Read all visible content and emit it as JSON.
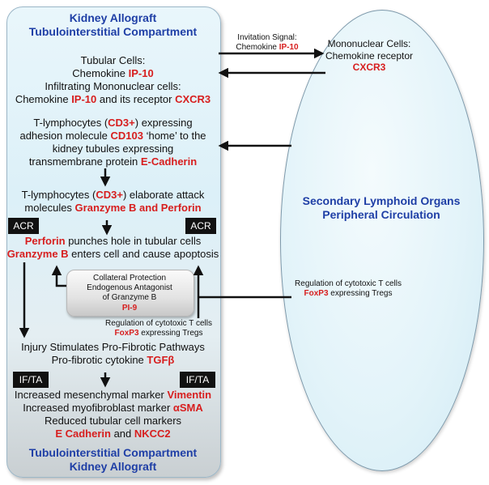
{
  "left_panel": {
    "title_top": [
      "Kidney Allograft",
      "Tubulointerstitial Compartment"
    ],
    "tubular_cells": {
      "line1": "Tubular Cells:",
      "line2_pre": "Chemokine ",
      "line2_red": "IP-10",
      "line3": "Infiltrating Mononuclear cells:",
      "line4_pre": "Chemokine ",
      "line4_red1": "IP-10",
      "line4_mid": " and its receptor ",
      "line4_red2": "CXCR3"
    },
    "t_lymph_home": {
      "l1_pre": "T-lymphocytes (",
      "l1_red": "CD3+",
      "l1_post": ") expressing",
      "l2_pre": "adhesion molecule ",
      "l2_red": "CD103",
      "l2_post": " ‘home’ to the",
      "l3": "kidney tubules expressing",
      "l4_pre": "transmembrane protein ",
      "l4_red": "E-Cadherin"
    },
    "t_lymph_attack": {
      "l1_pre": "T-lymphocytes (",
      "l1_red": "CD3+",
      "l1_post": ") elaborate attack",
      "l2_pre": "molecules ",
      "l2_red": "Granzyme B and Perforin"
    },
    "acr_label": "ACR",
    "perforin": {
      "l1_red": "Perforin",
      "l1_post": " punches hole in tubular cells",
      "l2_red": "Granzyme B",
      "l2_post": " enters cell and cause apoptosis"
    },
    "collateral": {
      "l1": "Collateral Protection",
      "l2": "Endogenous Antagonist",
      "l3": "of Granzyme B",
      "l4_red": "PI-9"
    },
    "reg_inner": {
      "l1": "Regulation of cytotoxic T cells",
      "l2_red": "FoxP3",
      "l2_post": " expressing Tregs"
    },
    "injury": {
      "l1": "Injury Stimulates Pro-Fibrotic Pathways",
      "l2_pre": "Pro-fibrotic cytokine ",
      "l2_red": "TGFβ"
    },
    "ifta_label": "IF/TA",
    "markers": {
      "l1_pre": "Increased mesenchymal marker ",
      "l1_red": "Vimentin",
      "l2_pre": "Increased myofibroblast marker ",
      "l2_red": "αSMA",
      "l3": "Reduced tubular cell markers",
      "l4_red1": "E Cadherin",
      "l4_mid": " and ",
      "l4_red2": "NKCC2"
    },
    "title_bottom": [
      "Tubulointerstitial Compartment",
      "Kidney Allograft"
    ]
  },
  "middle": {
    "invitation_l1": "Invitation Signal:",
    "invitation_l2_pre": "Chemokine ",
    "invitation_l2_red": "IP-10",
    "reg_outer_l1": "Regulation of cytotoxic T cells",
    "reg_outer_l2_red": "FoxP3",
    "reg_outer_l2_post": " expressing Tregs"
  },
  "right_oval": {
    "mono_l1": "Mononuclear Cells:",
    "mono_l2": "Chemokine receptor",
    "mono_l3_red": "CXCR3",
    "title": [
      "Secondary Lymphoid Organs",
      "Peripheral Circulation"
    ]
  },
  "colors": {
    "title_blue": "#1f3fa6",
    "highlight_red": "#d71e1e",
    "label_box": "#111111"
  }
}
